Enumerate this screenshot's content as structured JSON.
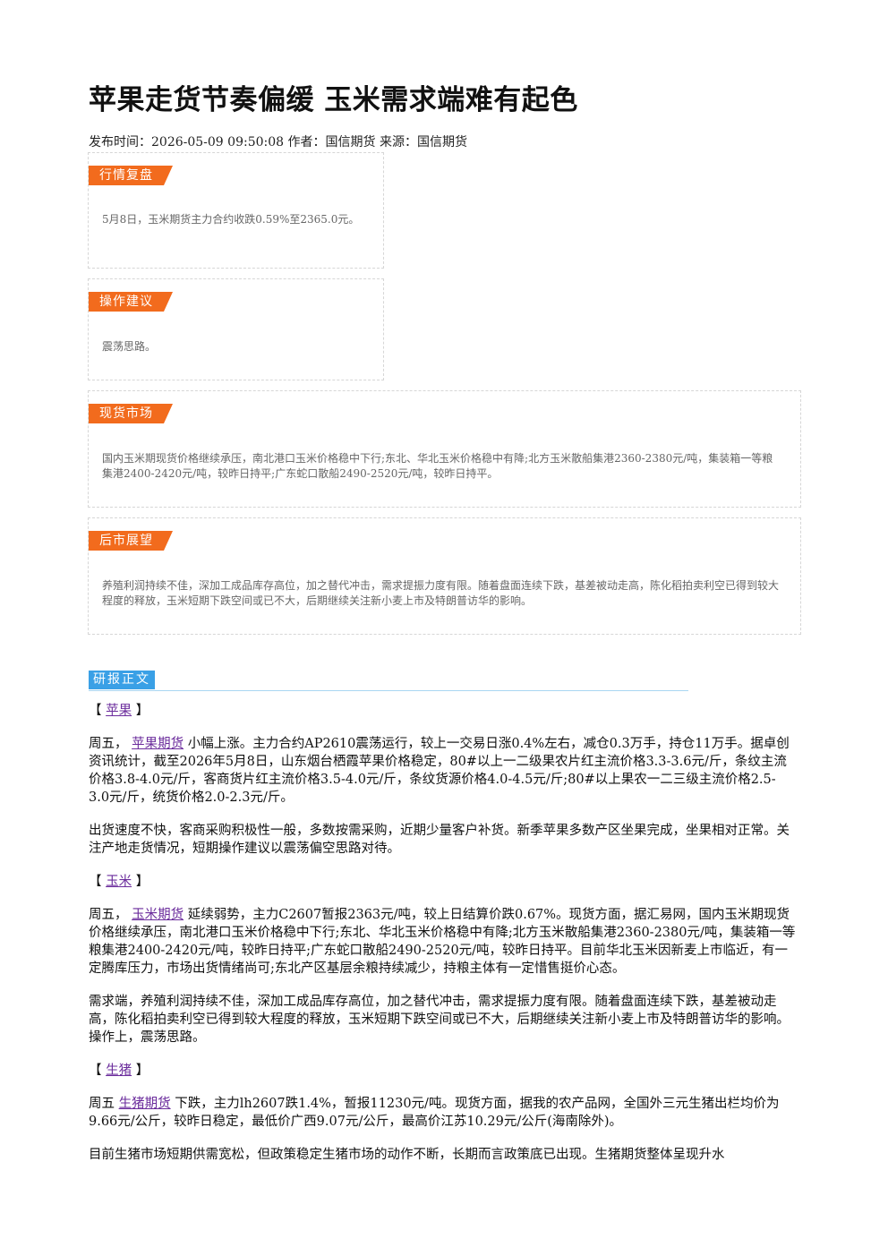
{
  "title": "苹果走货节奏偏缓 玉米需求端难有起色",
  "meta": "发布时间：2026-05-09 09:50:08 作者：国信期货 来源：国信期货",
  "boxes": {
    "review": {
      "tag": "行情复盘",
      "text": "5月8日，玉米期货主力合约收跌0.59%至2365.0元。"
    },
    "advice": {
      "tag": "操作建议",
      "text": "震荡思路。"
    },
    "spot": {
      "tag": "现货市场",
      "text": "国内玉米期现货价格继续承压，南北港口玉米价格稳中下行;东北、华北玉米价格稳中有降;北方玉米散船集港2360-2380元/吨，集装箱一等粮集港2400-2420元/吨，较昨日持平;广东蛇口散船2490-2520元/吨，较昨日持平。"
    },
    "outlook": {
      "tag": "后市展望",
      "text": "养殖利润持续不佳，深加工成品库存高位，加之替代冲击，需求提振力度有限。随着盘面连续下跌，基差被动走高，陈化稻拍卖利空已得到较大程度的释放，玉米短期下跌空间或已不大，后期继续关注新小麦上市及特朗普访华的影响。"
    }
  },
  "research": {
    "heading": "研报正文",
    "apple": {
      "bracket_open": "【 ",
      "label": "苹果",
      "bracket_close": " 】",
      "lead": "周五，",
      "link": "苹果期货",
      "p1_rest": "小幅上涨。主力合约AP2610震荡运行，较上一交易日涨0.4%左右，减仓0.3万手，持仓11万手。据卓创资讯统计，截至2026年5月8日，山东烟台栖霞苹果价格稳定，80#以上一二级果农片红主流价格3.3-3.6元/斤，条纹主流价格3.8-4.0元/斤，客商货片红主流价格3.5-4.0元/斤，条纹货源价格4.0-4.5元/斤;80#以上果农一二三级主流价格2.5-3.0元/斤，统货价格2.0-2.3元/斤。",
      "p2": "出货速度不快，客商采购积极性一般，多数按需采购，近期少量客户补货。新季苹果多数产区坐果完成，坐果相对正常。关注产地走货情况，短期操作建议以震荡偏空思路对待。"
    },
    "corn": {
      "bracket_open": "【 ",
      "label": "玉米",
      "bracket_close": " 】",
      "lead": "周五，",
      "link": "玉米期货",
      "p1_rest": "延续弱势，主力C2607暂报2363元/吨，较上日结算价跌0.67%。现货方面，据汇易网，国内玉米期现货价格继续承压，南北港口玉米价格稳中下行;东北、华北玉米价格稳中有降;北方玉米散船集港2360-2380元/吨，集装箱一等粮集港2400-2420元/吨，较昨日持平;广东蛇口散船2490-2520元/吨，较昨日持平。目前华北玉米因新麦上市临近，有一定腾库压力，市场出货情绪尚可;东北产区基层余粮持续减少，持粮主体有一定惜售挺价心态。",
      "p2": "需求端，养殖利润持续不佳，深加工成品库存高位，加之替代冲击，需求提振力度有限。随着盘面连续下跌，基差被动走高，陈化稻拍卖利空已得到较大程度的释放，玉米短期下跌空间或已不大，后期继续关注新小麦上市及特朗普访华的影响。操作上，震荡思路。"
    },
    "hog": {
      "bracket_open": "【 ",
      "label": "生猪",
      "bracket_close": " 】",
      "lead": "周五 ",
      "link": "生猪期货",
      "p1_rest": "下跌，主力lh2607跌1.4%，暂报11230元/吨。现货方面，据我的农产品网，全国外三元生猪出栏均价为9.66元/公斤，较昨日稳定，最低价广西9.07元/公斤，最高价江苏10.29元/公斤(海南除外)。",
      "p2": "目前生猪市场短期供需宽松，但政策稳定生猪市场的动作不断，长期而言政策底已出现。生猪期货整体呈现升水"
    }
  }
}
